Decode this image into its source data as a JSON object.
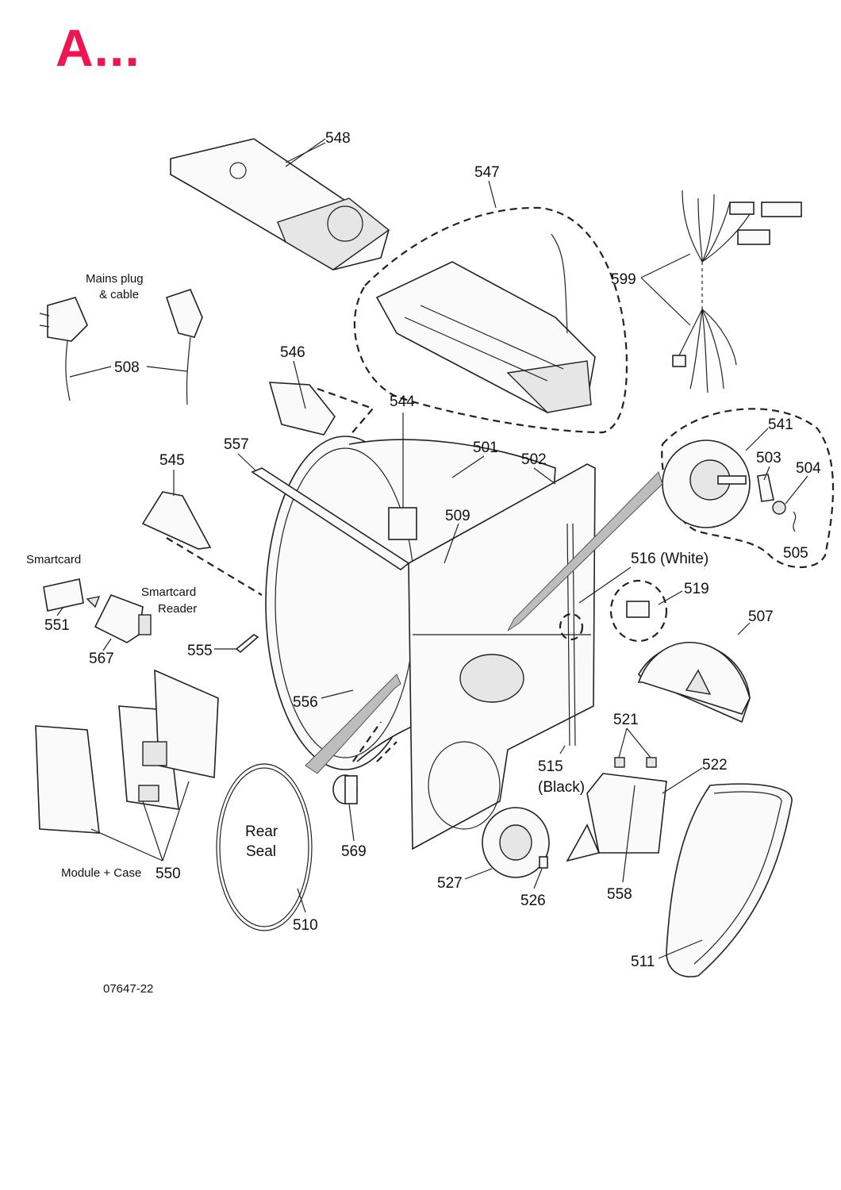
{
  "title": "A...",
  "drawing_number": "07647-22",
  "parts": [
    {
      "key": "548",
      "label": "548"
    },
    {
      "key": "547",
      "label": "547"
    },
    {
      "key": "599",
      "label": "599"
    },
    {
      "key": "mains",
      "label": "Mains plug"
    },
    {
      "key": "mains2",
      "label": "& cable"
    },
    {
      "key": "508",
      "label": "508"
    },
    {
      "key": "546",
      "label": "546"
    },
    {
      "key": "544",
      "label": "544"
    },
    {
      "key": "501",
      "label": "501"
    },
    {
      "key": "502",
      "label": "502"
    },
    {
      "key": "541",
      "label": "541"
    },
    {
      "key": "503",
      "label": "503"
    },
    {
      "key": "504",
      "label": "504"
    },
    {
      "key": "505",
      "label": "505"
    },
    {
      "key": "557",
      "label": "557"
    },
    {
      "key": "545",
      "label": "545"
    },
    {
      "key": "509",
      "label": "509"
    },
    {
      "key": "516",
      "label": "516 (White)"
    },
    {
      "key": "519",
      "label": "519"
    },
    {
      "key": "507",
      "label": "507"
    },
    {
      "key": "smartcard",
      "label": "Smartcard"
    },
    {
      "key": "551",
      "label": "551"
    },
    {
      "key": "scr1",
      "label": "Smartcard"
    },
    {
      "key": "scr2",
      "label": "Reader"
    },
    {
      "key": "567",
      "label": "567"
    },
    {
      "key": "555",
      "label": "555"
    },
    {
      "key": "556",
      "label": "556"
    },
    {
      "key": "521",
      "label": "521"
    },
    {
      "key": "522",
      "label": "522"
    },
    {
      "key": "515",
      "label": "515"
    },
    {
      "key": "515b",
      "label": "(Black)"
    },
    {
      "key": "rear1",
      "label": "Rear"
    },
    {
      "key": "rear2",
      "label": "Seal"
    },
    {
      "key": "569",
      "label": "569"
    },
    {
      "key": "527",
      "label": "527"
    },
    {
      "key": "526",
      "label": "526"
    },
    {
      "key": "558",
      "label": "558"
    },
    {
      "key": "module",
      "label": "Module + Case"
    },
    {
      "key": "550",
      "label": "550"
    },
    {
      "key": "510",
      "label": "510"
    },
    {
      "key": "511",
      "label": "511"
    }
  ],
  "colors": {
    "title": "#f0154e",
    "line": "#222222",
    "arrow": "#bdbdbd"
  }
}
